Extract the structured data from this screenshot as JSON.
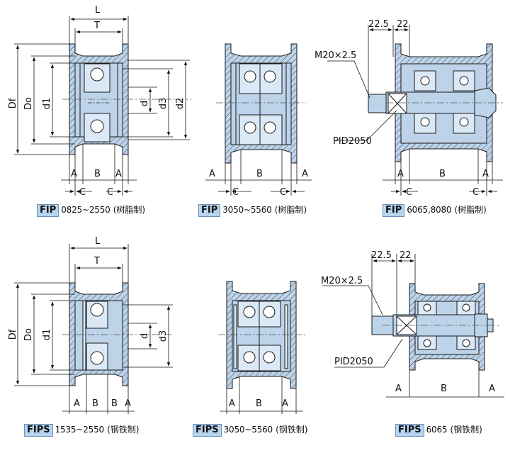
{
  "colors": {
    "body": "#bcd3ea",
    "line": "#1a1a1a",
    "center": "#555555",
    "label_bg": "#b6d4ef"
  },
  "panels": [
    {
      "code": "FIP",
      "range": "0825~2550",
      "material": "(树脂制)",
      "dims": {
        "L": "L",
        "T": "T",
        "Df": "Df",
        "Do": "Do",
        "d1": "d1",
        "d": "d",
        "d3": "d3",
        "d2": "d2",
        "A1": "A",
        "B": "B",
        "A2": "A",
        "C1": "C",
        "C2": "C"
      }
    },
    {
      "code": "FIP",
      "range": "3050~5560",
      "material": "(树脂制)",
      "dims": {
        "A1": "A",
        "B": "B",
        "A2": "A",
        "C1": "C",
        "C2": "C"
      }
    },
    {
      "code": "FIP",
      "range": "6065,8080",
      "material": "(树脂制)",
      "dims": {
        "d225": "22.5",
        "d22": "22",
        "thread": "M20×2.5",
        "pid": "PID2050",
        "A1": "A",
        "B": "B",
        "A2": "A",
        "C1": "C",
        "C2": "C"
      }
    },
    {
      "code": "FIPS",
      "range": "1535~2550",
      "material": "(钢铁制)",
      "dims": {
        "L": "L",
        "T": "T",
        "Df": "Df",
        "Do": "Do",
        "d1": "d1",
        "d": "d",
        "d3": "d3",
        "A1": "A",
        "B1": "B",
        "B2": "B",
        "A2": "A"
      }
    },
    {
      "code": "FIPS",
      "range": "3050~5560",
      "material": "(钢铁制)",
      "dims": {
        "A1": "A",
        "B": "B",
        "A2": "A"
      }
    },
    {
      "code": "FIPS",
      "range": "6065",
      "material": "(钢铁制)",
      "dims": {
        "d225": "22.5",
        "d22": "22",
        "thread": "M20×2.5",
        "pid": "PID2050",
        "A1": "A",
        "B": "B",
        "A2": "A"
      }
    }
  ]
}
